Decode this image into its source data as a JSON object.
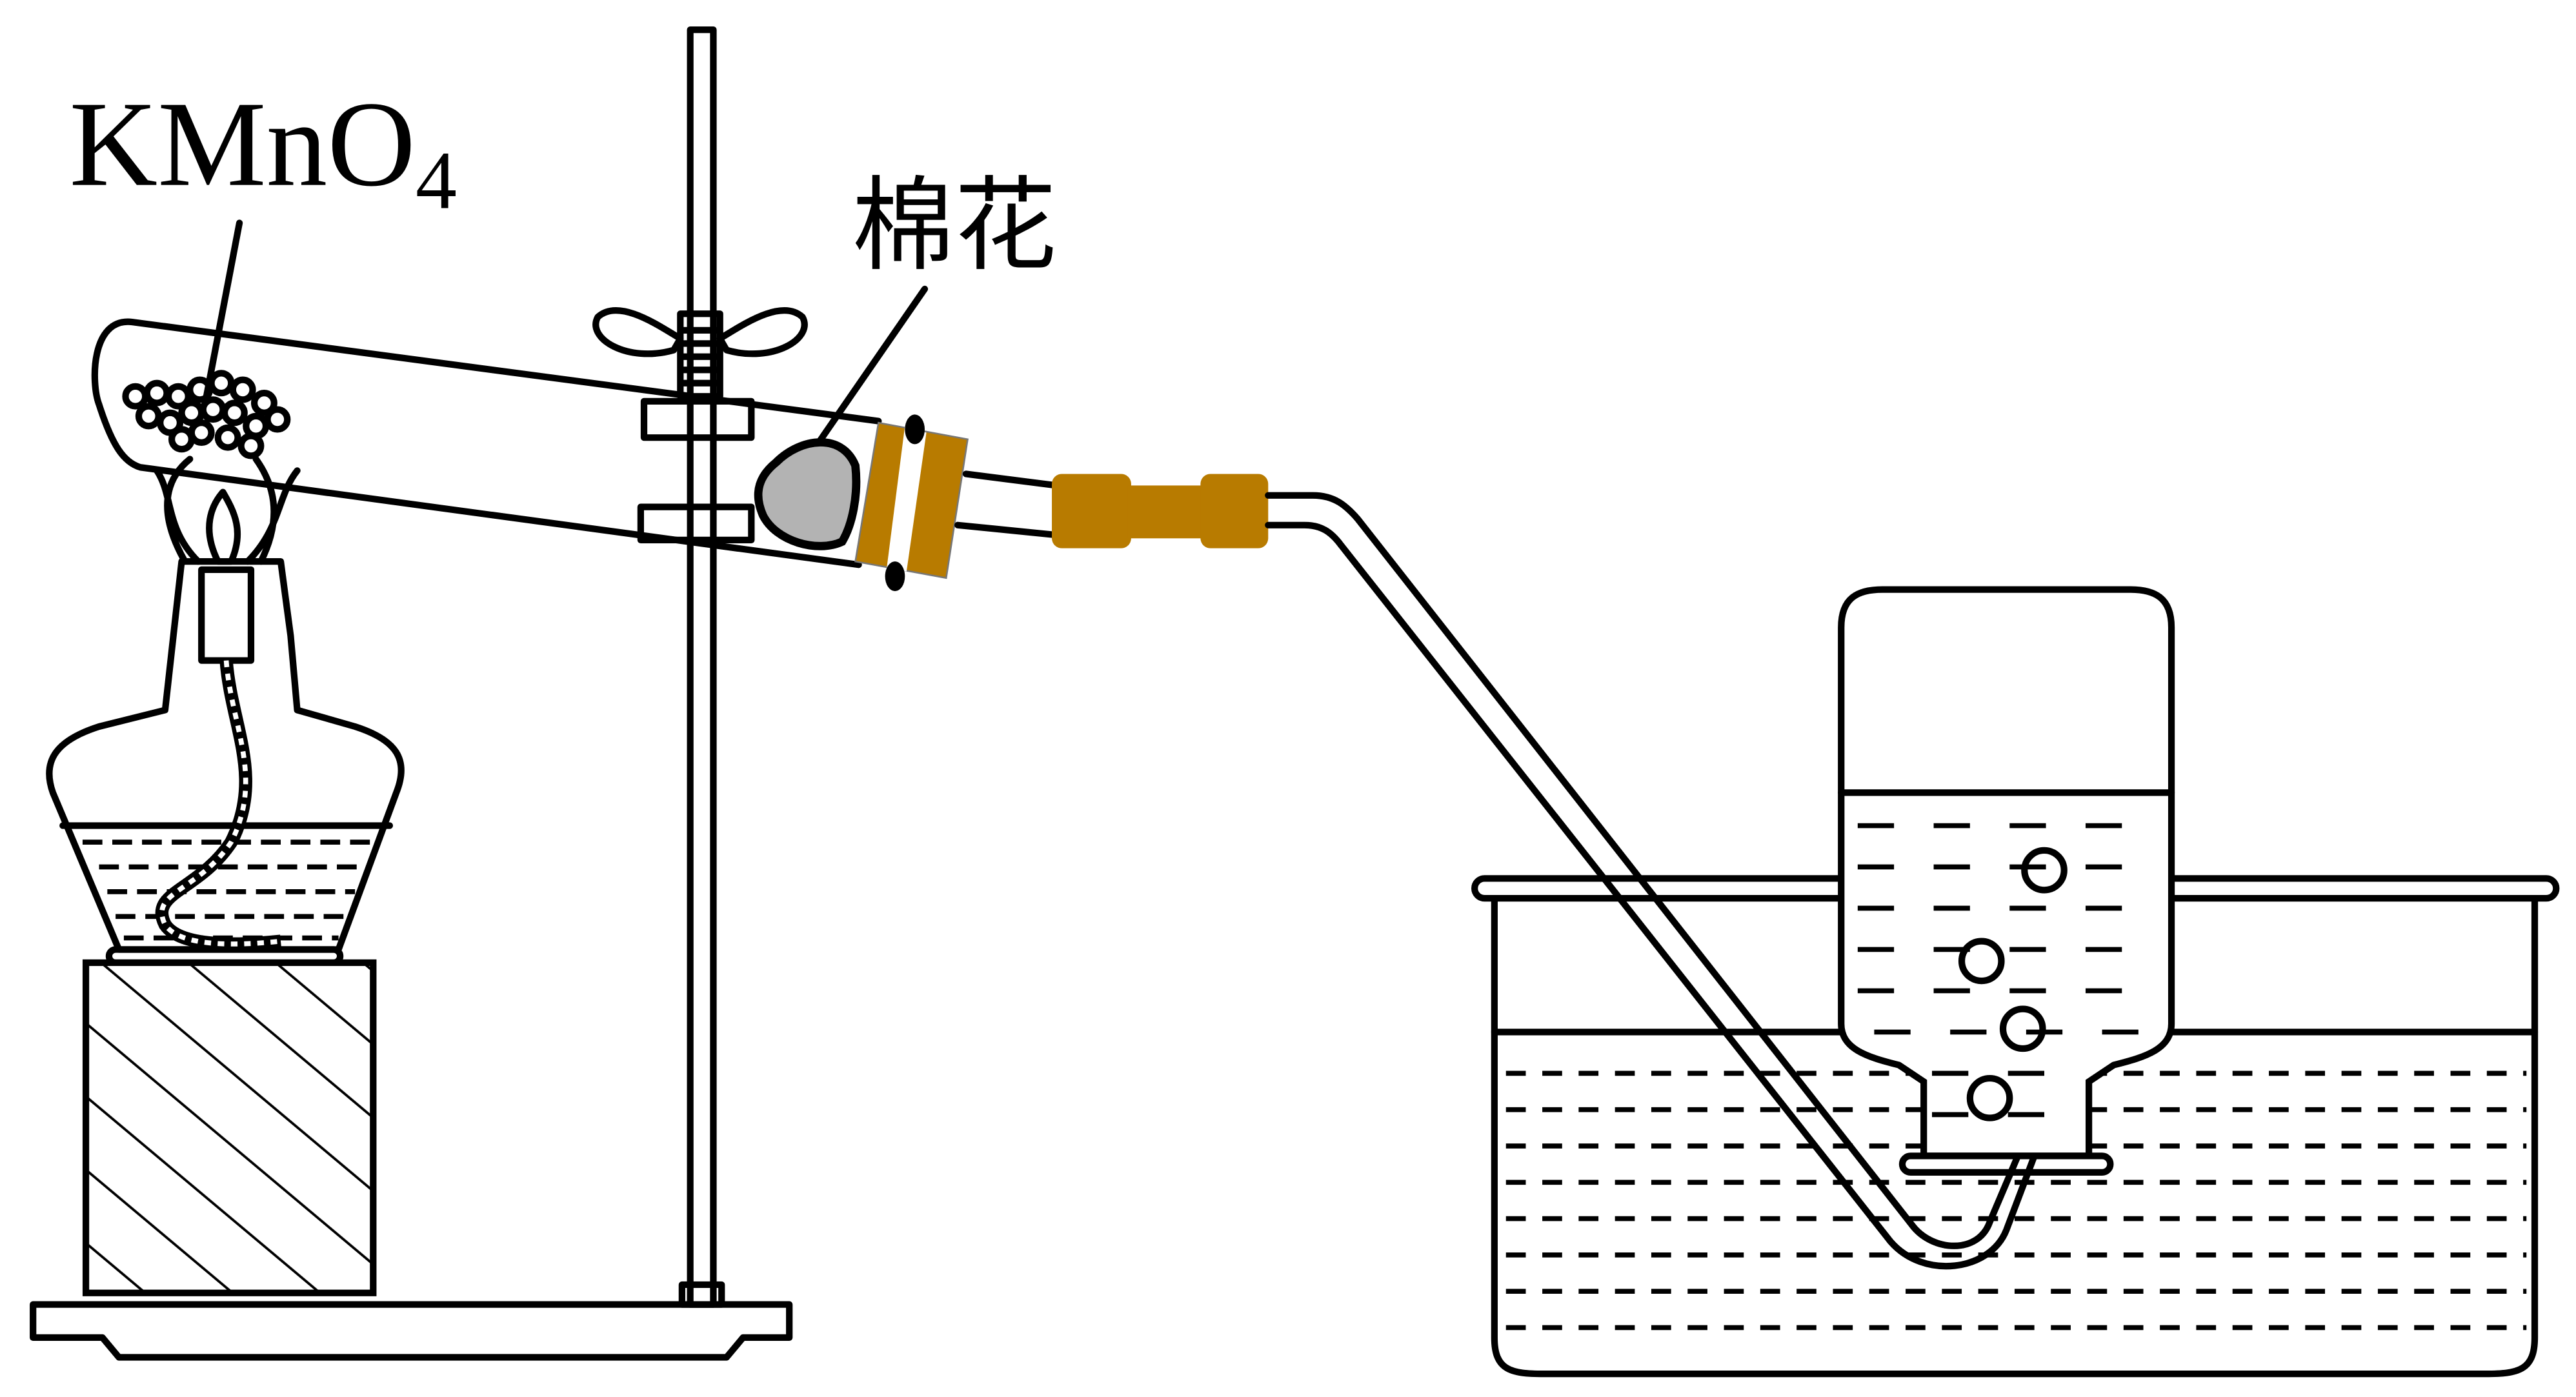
{
  "labels": {
    "reagent": {
      "base": "KMnO",
      "subscript": "4"
    },
    "cotton": "棉花"
  },
  "colors": {
    "rubber": "#B87B00",
    "cotton": "#B3B3B3",
    "line": "#000000"
  }
}
